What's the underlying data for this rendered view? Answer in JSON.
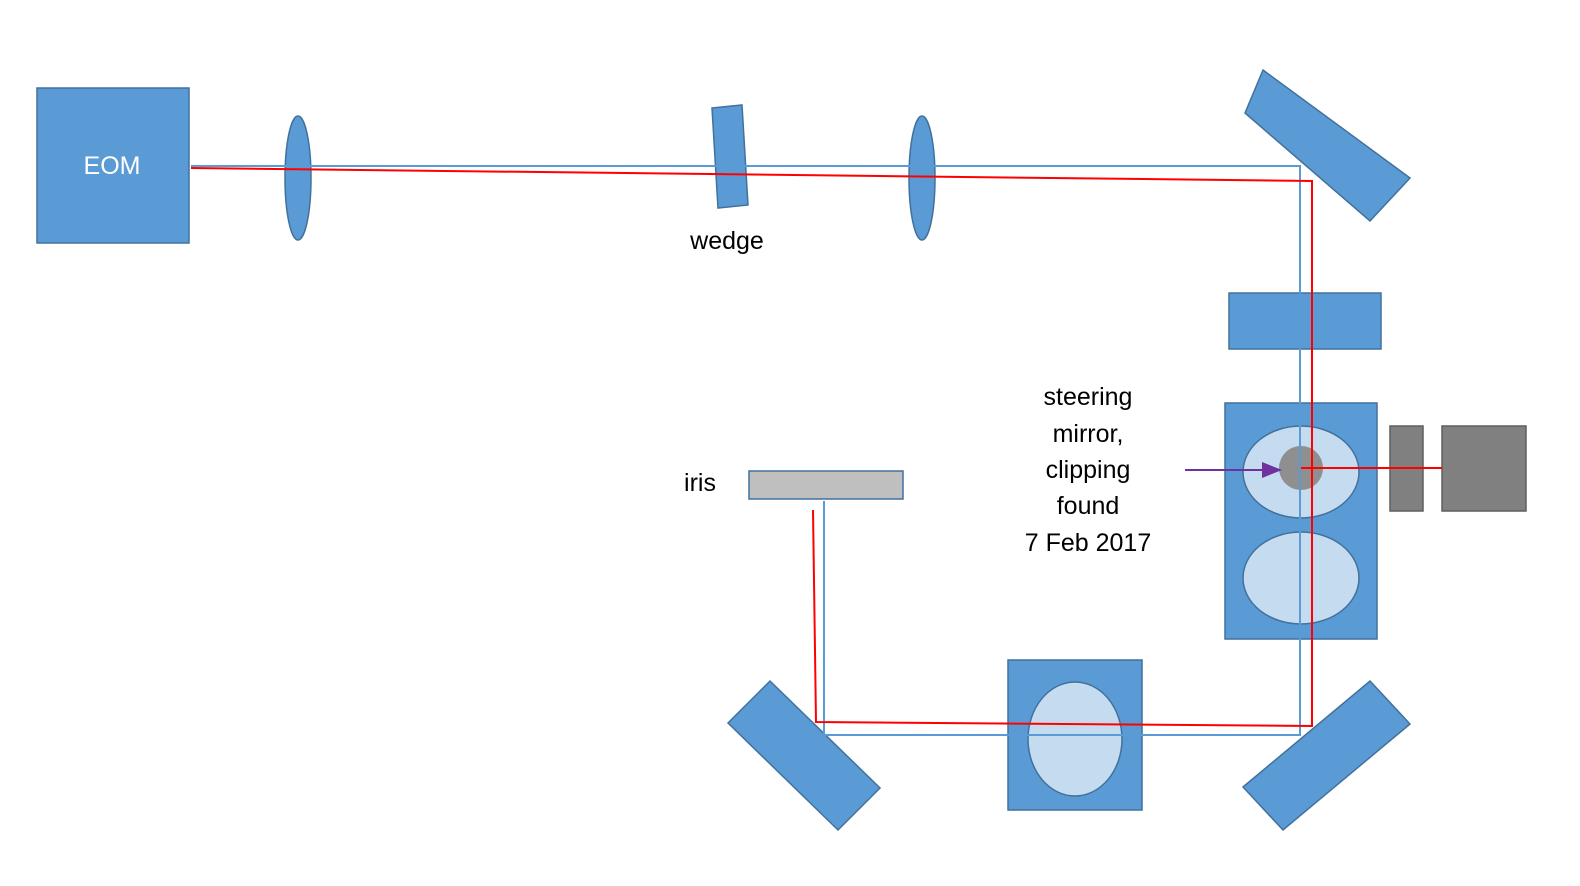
{
  "labels": {
    "eom": "EOM",
    "wedge": "wedge",
    "iris": "iris",
    "note": [
      "steering",
      "mirror,",
      "clipping",
      "found",
      "7 Feb 2017"
    ]
  },
  "colors": {
    "component_fill": "#5b9bd5",
    "component_outline": "#41719c",
    "mount_hole": "#c5dbf0",
    "detector": "#808080",
    "iris": "#bfbfbf",
    "beam_blue": "#5b9bd5",
    "beam_red": "#ff0000",
    "arrow": "#7030a0"
  }
}
